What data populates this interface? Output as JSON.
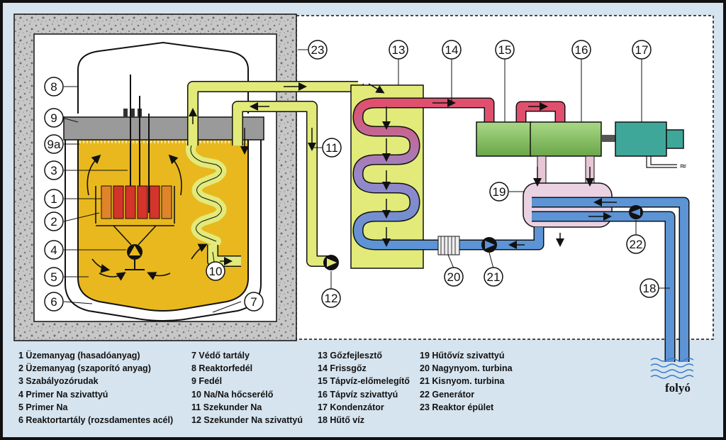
{
  "diagram": {
    "callouts": [
      "1",
      "2",
      "3",
      "4",
      "5",
      "6",
      "7",
      "8",
      "9",
      "9a",
      "10",
      "11",
      "12",
      "13",
      "14",
      "15",
      "16",
      "17",
      "18",
      "19",
      "20",
      "21",
      "22",
      "23"
    ],
    "river_label": "folyó",
    "legend_columns": [
      [
        "1 Üzemanyag (hasadóanyag)",
        "2 Üzemanyag (szaporító anyag)",
        "3 Szabályozórudak",
        "4 Primer Na szivattyú",
        "5 Primer Na",
        "6 Reaktortartály (rozsdamentes acél)"
      ],
      [
        "7 Védő tartály",
        "8 Reaktorfedél",
        "9  Fedél",
        "10 Na/Na hőcserélő",
        "11 Szekunder Na",
        "12 Szekunder Na szivattyú"
      ],
      [
        "13 Gőzfejlesztő",
        "14 Frissgőz",
        "15 Tápvíz-előmelegítő",
        "16 Tápvíz szivattyú",
        "17 Kondenzátor",
        "18 Hűtő víz"
      ],
      [
        "19 Hűtővíz szivattyú",
        "20 Nagynyom. turbina",
        "21 Kisnyom. turbina",
        "22 Generátor",
        "23 Reaktor épület"
      ]
    ]
  },
  "colors": {
    "sodium_primary": "#e8b81e",
    "secondary_loop": "#e2ea7a",
    "steam": "#e0506e",
    "water": "#5c94d6",
    "turbine": "#8bc46a",
    "generator": "#3fa79a",
    "concrete": "#c9c9c9"
  }
}
